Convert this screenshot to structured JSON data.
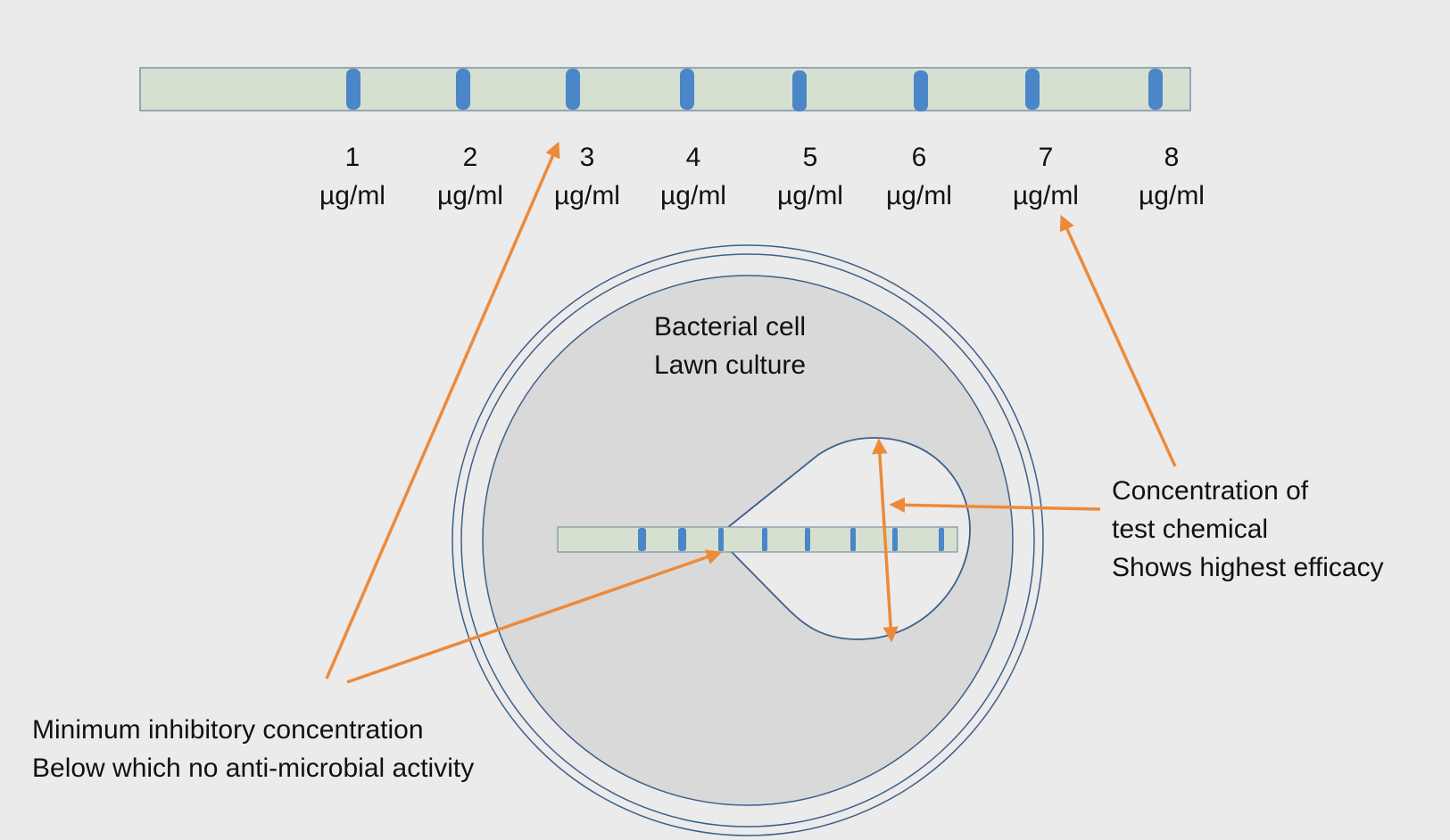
{
  "concentration_labels": [
    {
      "number": "1",
      "unit": "µg/ml"
    },
    {
      "number": "2",
      "unit": "µg/ml"
    },
    {
      "number": "3",
      "unit": "µg/ml"
    },
    {
      "number": "4",
      "unit": "µg/ml"
    },
    {
      "number": "5",
      "unit": "µg/ml"
    },
    {
      "number": "6",
      "unit": "µg/ml"
    },
    {
      "number": "7",
      "unit": "µg/ml"
    },
    {
      "number": "8",
      "unit": "µg/ml"
    }
  ],
  "plate_label": {
    "line1": "Bacterial cell",
    "line2": "Lawn culture"
  },
  "efficacy_note": {
    "line1": "Concentration of",
    "line2": "test chemical",
    "line3": "Shows highest efficacy"
  },
  "mic_note": {
    "line1": "Minimum inhibitory concentration",
    "line2": "Below which no anti-microbial activity"
  },
  "colors": {
    "background": "#ebebeb",
    "strip_fill": "#d6e0d0",
    "strip_stroke": "#7d8fa6",
    "band": "#4a86c8",
    "plate_fill": "#d9d9d9",
    "plate_stroke": "#3d5f8a",
    "zone_fill": "#ebebeb",
    "arrow": "#ed8a3a"
  }
}
